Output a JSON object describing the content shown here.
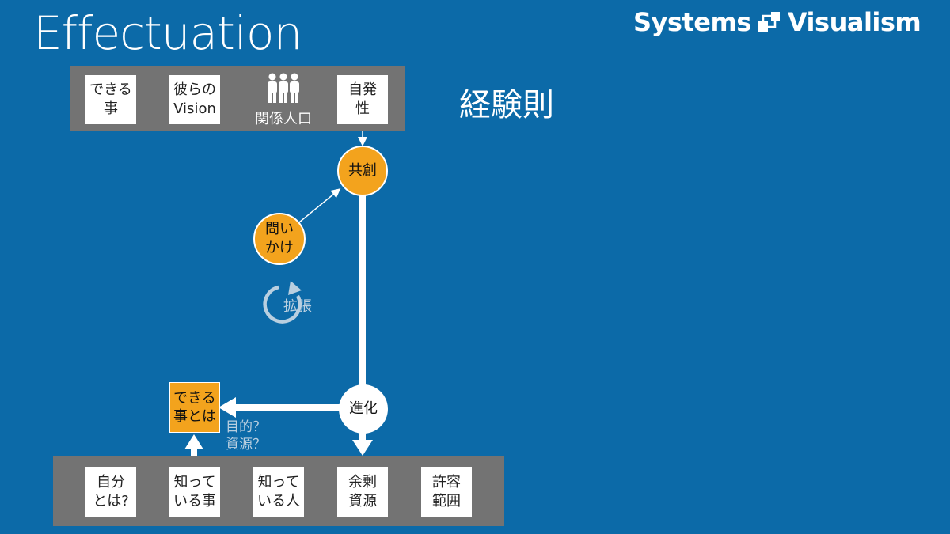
{
  "header": {
    "title": "Effectuation",
    "brand_left": "Systems",
    "brand_right": "Visualism",
    "brand_icon": "systems-visualism-logo-icon"
  },
  "rule_label": "経験則",
  "top_bar": {
    "items": [
      {
        "label": "できる\n事"
      },
      {
        "label": "彼らの\nVision"
      },
      {
        "label": "関係人口",
        "icon": "people-group-icon"
      },
      {
        "label": "自発\n性"
      }
    ]
  },
  "nodes": {
    "cocreation": "共創",
    "questioning": "問い\nかけ",
    "expansion": "拡張",
    "evolution": "進化",
    "what_can_do": "できる\n事とは",
    "purpose_note": "目的？\n資源？"
  },
  "bottom_bar": {
    "items": [
      {
        "label": "自分\nとは?"
      },
      {
        "label": "知って\nいる事"
      },
      {
        "label": "知って\nいる人"
      },
      {
        "label": "余剰\n資源"
      },
      {
        "label": "許容\n範囲"
      }
    ]
  },
  "colors": {
    "background": "#0c6aa8",
    "accent": "#f3a31d",
    "bar": "#737373"
  }
}
